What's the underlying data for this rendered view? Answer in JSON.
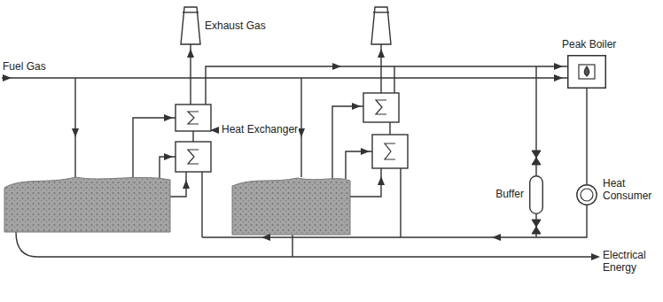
{
  "diagram": {
    "nodes": [
      {
        "text": [
          "Peak Boiler"
        ]
      },
      {
        "text": [
          "Buffer"
        ]
      },
      {
        "text": [
          "Heat Consumer"
        ]
      }
    ],
    "edges": [
      {
        "from": 0,
        "to": 2,
        "arrow": "none"
      }
    ],
    "labels": [
      "Exhaust Gas",
      "Fuel Gas",
      "Heat Exchanger",
      "Electrical Energy"
    ]
  }
}
